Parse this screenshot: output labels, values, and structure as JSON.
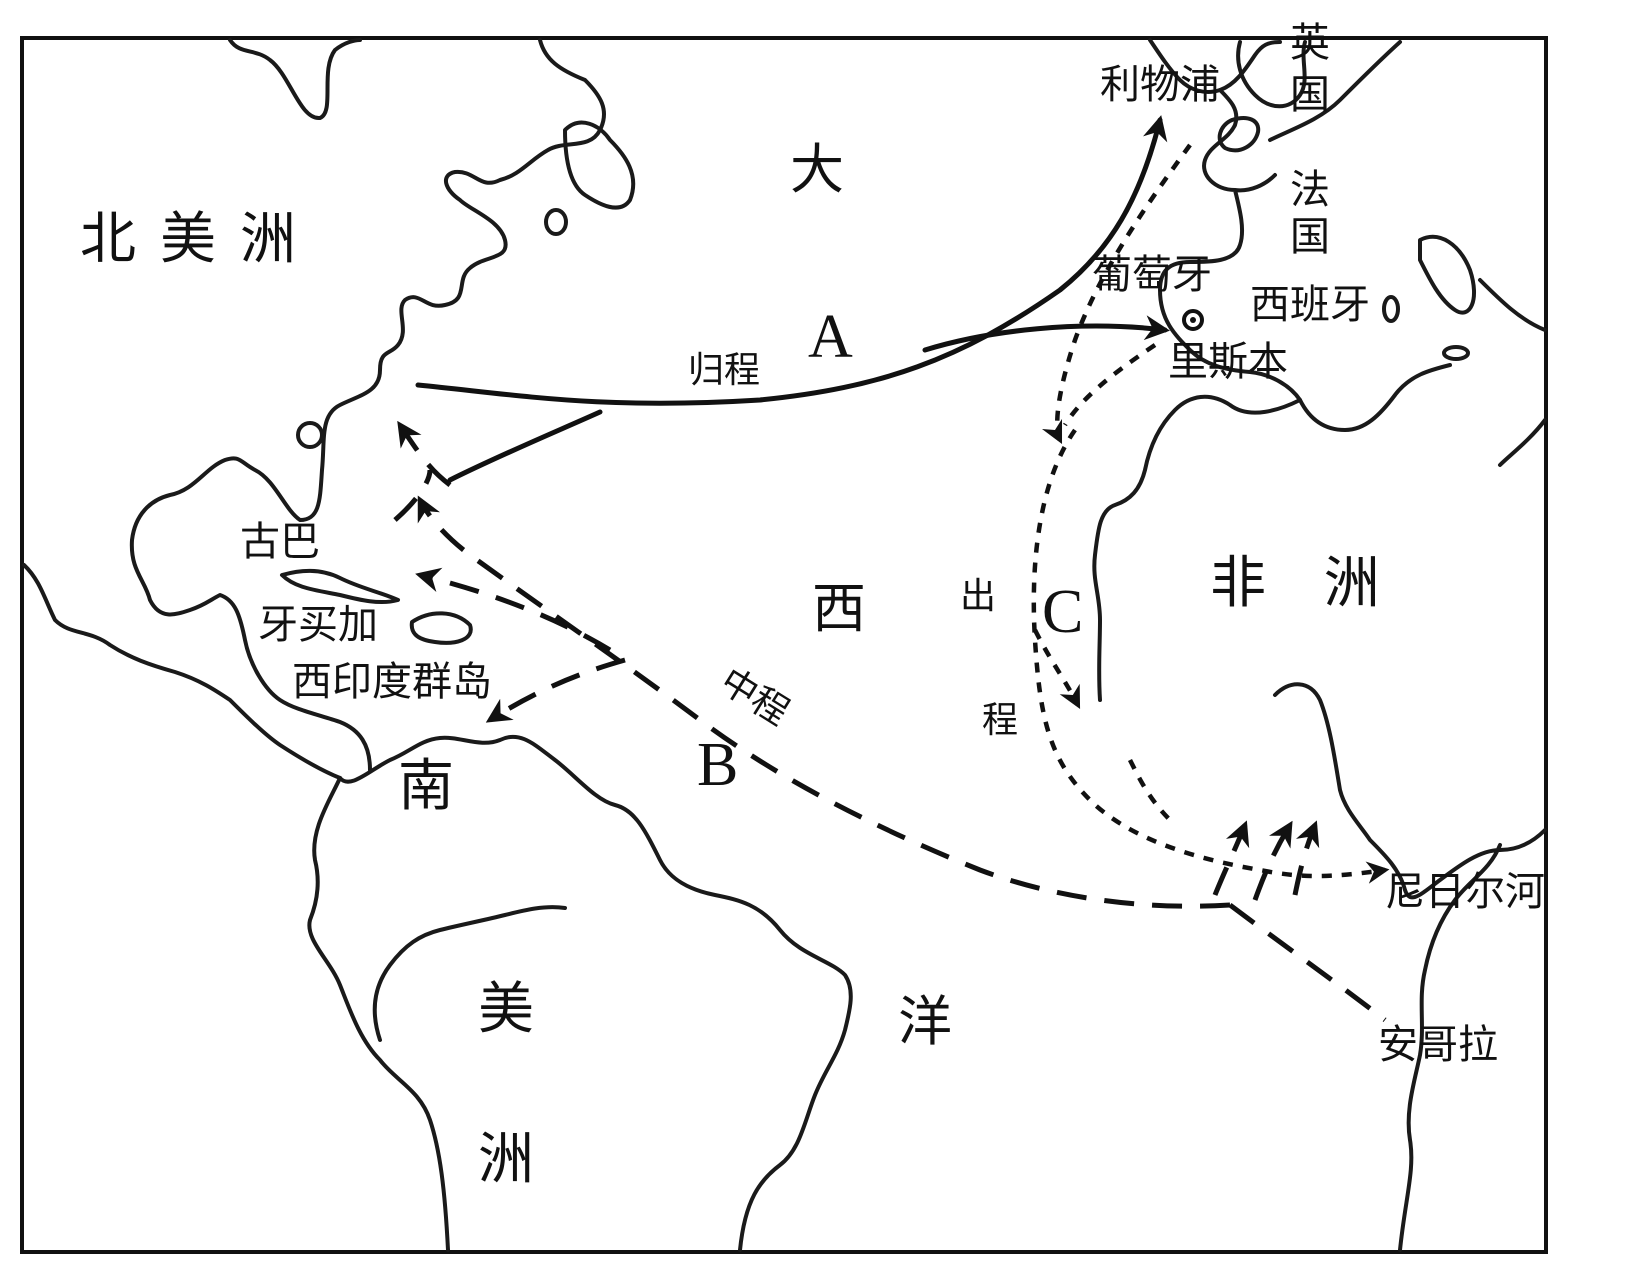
{
  "regions": {
    "north_america": "北美洲",
    "south_america_1": "南",
    "south_america_2": "美",
    "south_america_3": "洲",
    "africa": "非 洲"
  },
  "ocean": {
    "da": "大",
    "xi": "西",
    "yang": "洋"
  },
  "places": {
    "cuba": "古巴",
    "jamaica": "牙买加",
    "west_indies": "西印度群岛",
    "liverpool": "利物浦",
    "britain_1": "英",
    "britain_2": "国",
    "france_1": "法",
    "france_2": "国",
    "portugal": "葡萄牙",
    "spain": "西班牙",
    "lisbon": "里斯本",
    "niger_river": "尼日尔河",
    "angola": "安哥拉"
  },
  "routes": {
    "a_label": "A",
    "a_name": "归程",
    "b_label": "B",
    "b_name": "中程",
    "c_label": "C",
    "c_name_1": "出",
    "c_name_2": "程"
  }
}
